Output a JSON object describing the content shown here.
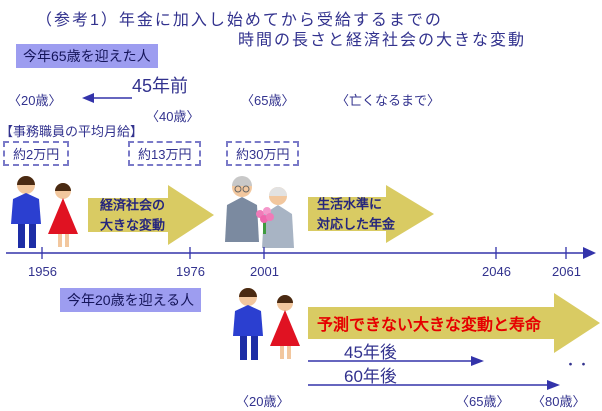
{
  "title": {
    "line1": "（参考1）年金に加入し始めてから受給するまでの",
    "line2": "時間の長さと経済社会の大きな変動"
  },
  "person65": {
    "label": "今年65歳を迎えた人",
    "span": "45年前",
    "age20": "〈20歳〉",
    "age40": "〈40歳〉",
    "age65": "〈65歳〉",
    "until_death": "〈亡くなるまで〉"
  },
  "salary": {
    "header": "【事務職員の平均月給】",
    "s1956": "約2万円",
    "s1976": "約13万円",
    "s2001": "約30万円"
  },
  "flow": {
    "economic": {
      "line1": "経済社会の",
      "line2": "大きな変動"
    },
    "pension": {
      "line1": "生活水準に",
      "line2": "対応した年金"
    }
  },
  "timeline": {
    "years": [
      "1956",
      "1976",
      "2001",
      "2046",
      "2061"
    ]
  },
  "person20": {
    "label": "今年20歳を迎える人",
    "big_arrow": "予測できない大きな変動と寿命",
    "span45": "45年後",
    "span60": "60年後",
    "dots": "・・",
    "age20": "〈20歳〉",
    "age65": "〈65歳〉",
    "age80": "〈80歳〉"
  },
  "colors": {
    "navy_text": "#32328e",
    "arrow_fill": "#d9cb63",
    "label_bg": "#9d9df0",
    "highlight_red": "#e60000",
    "axis": "#3333aa"
  }
}
